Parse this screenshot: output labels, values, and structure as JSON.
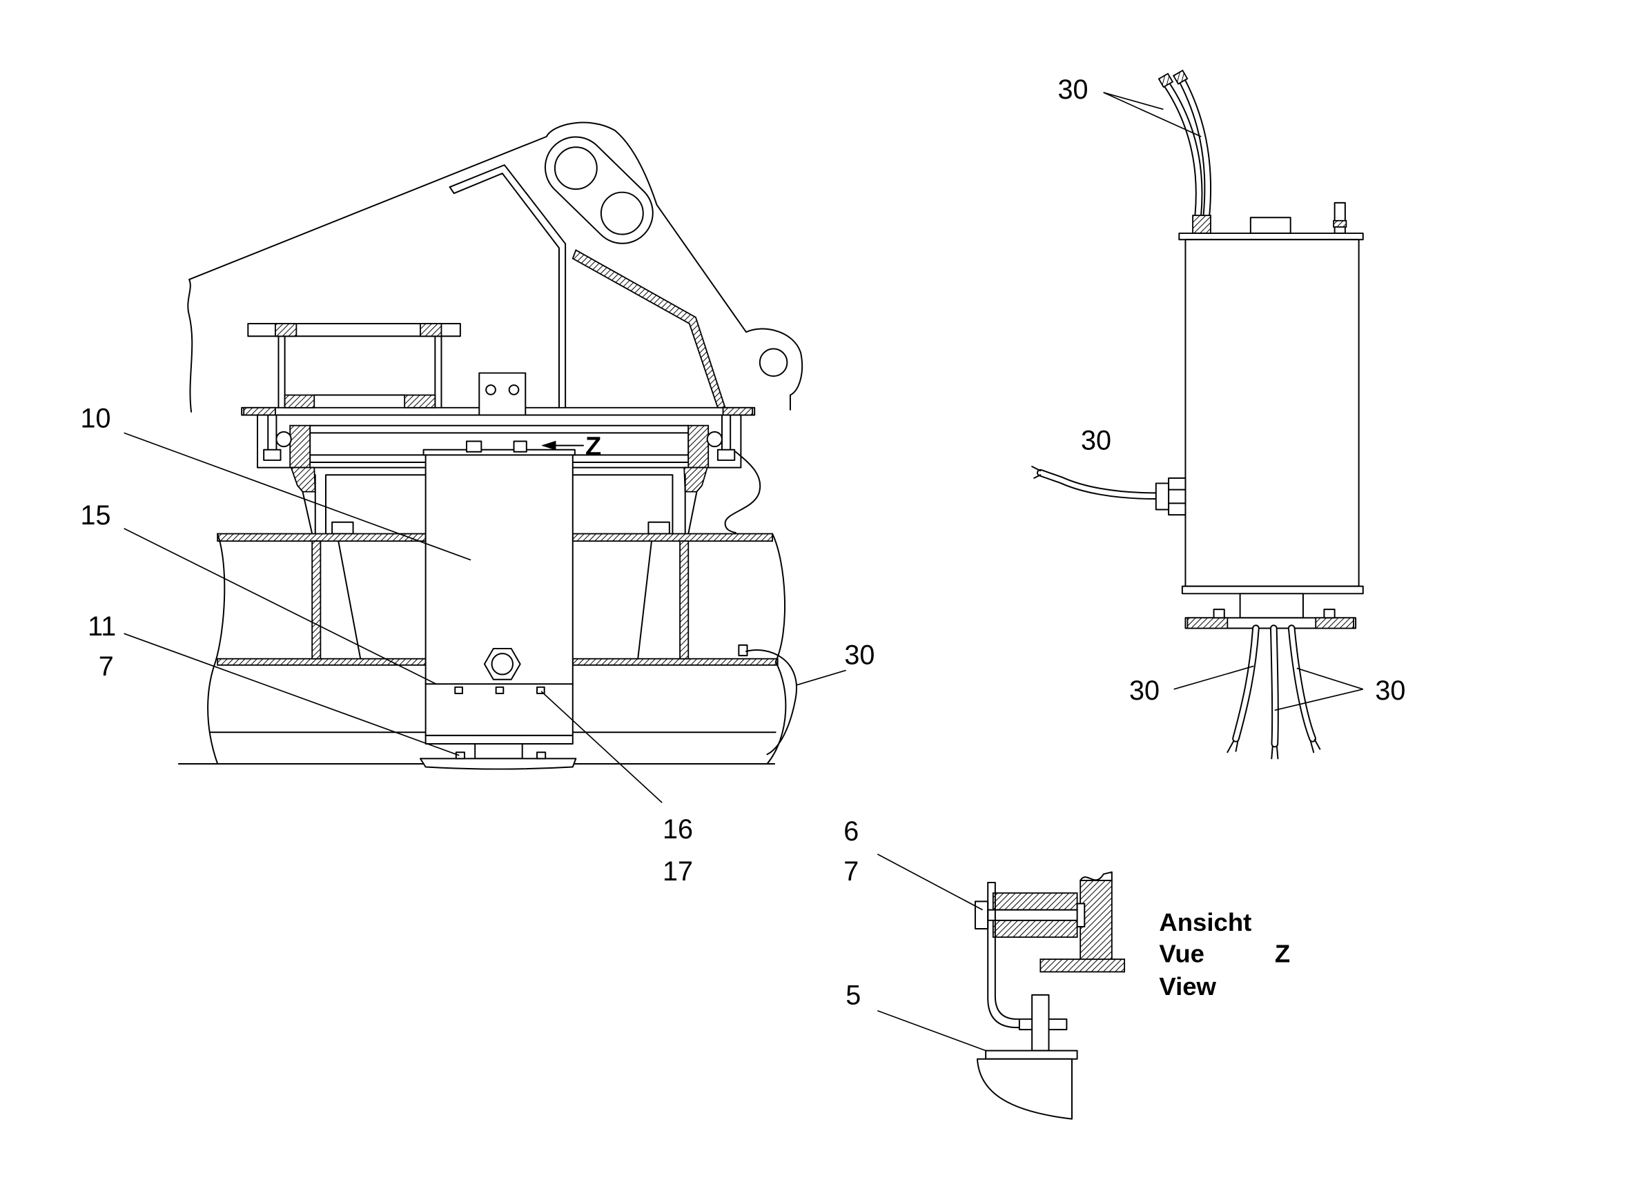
{
  "main_view": {
    "callout_10": "10",
    "callout_15": "15",
    "callout_11": "11",
    "callout_7": "7",
    "callout_30": "30",
    "callout_16": "16",
    "callout_17": "17",
    "view_arrow_label": "Z"
  },
  "side_view": {
    "callout_top_30": "30",
    "callout_left_30": "30",
    "callout_bottom_left_30": "30",
    "callout_bottom_right_30": "30"
  },
  "detail_z": {
    "callout_6": "6",
    "callout_7": "7",
    "callout_5": "5",
    "title_de": "Ansicht",
    "title_fr": "Vue",
    "title_en": "View",
    "view_letter": "Z"
  }
}
